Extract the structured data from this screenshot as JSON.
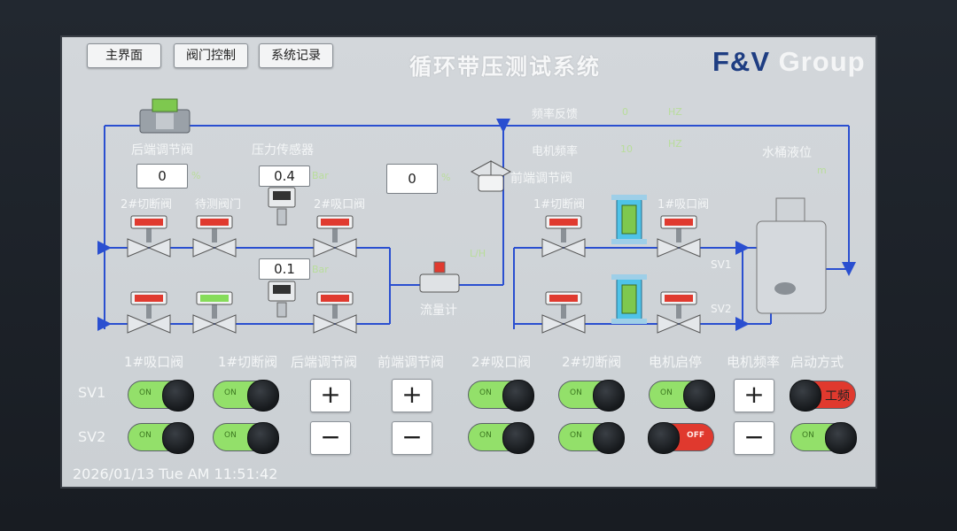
{
  "nav": {
    "main": "主界面",
    "valve_control": "阀门控制",
    "system_log": "系统记录"
  },
  "title": "循环带压测试系统",
  "logo": {
    "fv": "F&V",
    "group": "Group"
  },
  "diagram": {
    "rear_valve_label": "后端调节阀",
    "rear_valve_value": "0",
    "rear_valve_unit": "%",
    "pressure_sensor_label": "压力传感器",
    "pressure1_value": "0.4",
    "pressure1_unit": "Bar",
    "pressure2_value": "0.1",
    "pressure2_unit": "Bar",
    "front_valve_value": "0",
    "front_valve_unit": "%",
    "front_valve_label": "前端调节阀",
    "freq_feedback_label": "频率反馈",
    "freq_feedback_value": "0",
    "freq_feedback_unit": "HZ",
    "motor_freq_label": "电机频率",
    "motor_freq_value": "10",
    "motor_freq_unit": "HZ",
    "tank_level_label": "水桶液位",
    "tank_level_unit": "m",
    "cut2_label": "2#切断阀",
    "test_valve_label": "待测阀门",
    "suction2_label": "2#吸口阀",
    "cut1_label": "1#切断阀",
    "suction1_label": "1#吸口阀",
    "flowmeter_label": "流量计",
    "flow_unit": "L/H",
    "sv1": "SV1",
    "sv2": "SV2"
  },
  "controls": {
    "headers": [
      "1#吸口阀",
      "1#切断阀",
      "后端调节阀",
      "前端调节阀",
      "2#吸口阀",
      "2#切断阀",
      "电机启停",
      "电机频率",
      "启动方式"
    ],
    "row_sv1": "SV1",
    "row_sv2": "SV2",
    "plus": "+",
    "minus": "−",
    "on_text": "ON",
    "off_text": "OFF",
    "mode_text": "工频"
  },
  "status": {
    "datetime": "2026/01/13 Tue AM 11:51:42"
  },
  "colors": {
    "pipe": "#2a4fd0",
    "valve_closed": "#e03a2f",
    "valve_open": "#86dc5a",
    "toggle_on": "#93e06a",
    "toggle_off": "#e0392e"
  }
}
